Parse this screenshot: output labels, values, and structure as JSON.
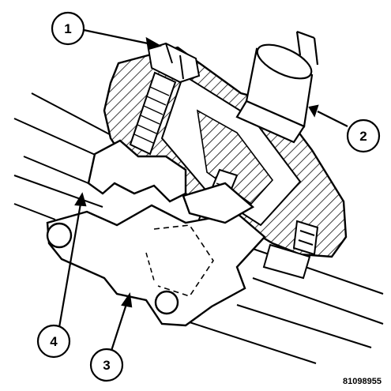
{
  "figure_id": "81098955",
  "callouts": [
    {
      "number": "1"
    },
    {
      "number": "2"
    },
    {
      "number": "3"
    },
    {
      "number": "4"
    }
  ],
  "colors": {
    "line": "#000000",
    "background": "#ffffff"
  }
}
